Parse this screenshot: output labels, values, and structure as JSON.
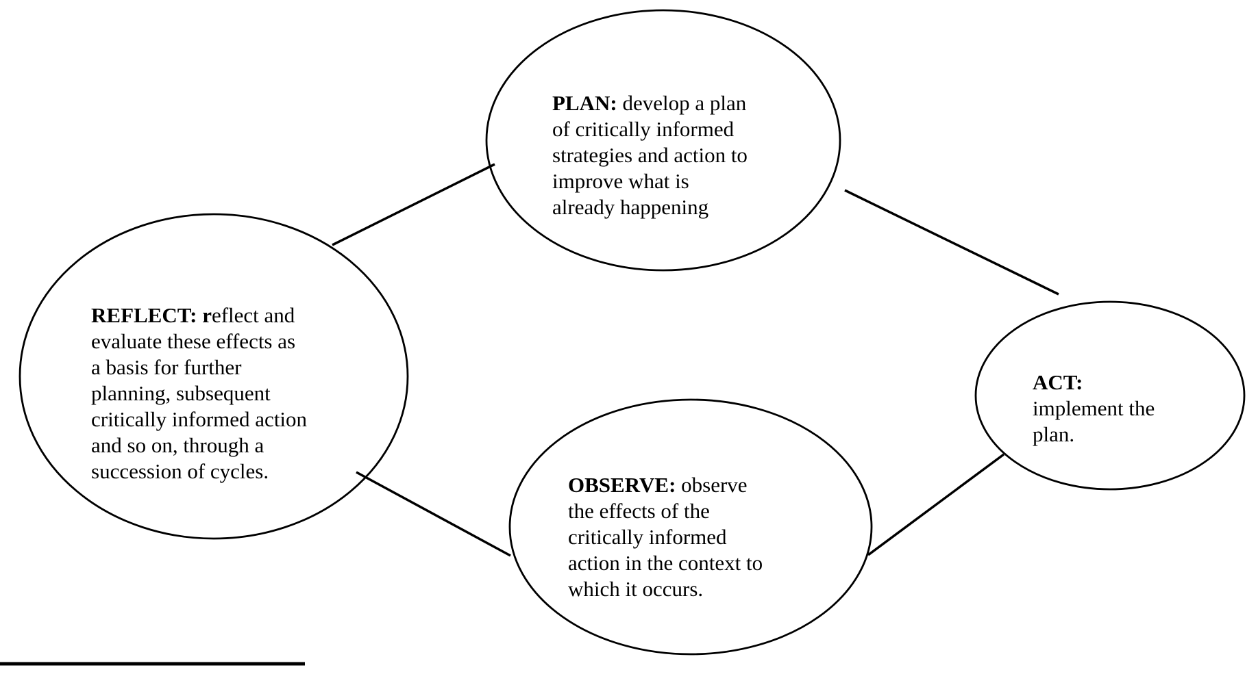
{
  "document": {
    "background_color": "#ffffff",
    "ink_color": "#000000"
  },
  "diagram": {
    "type": "cycle-diagram",
    "nodes": {
      "plan": {
        "label": "PLAN:",
        "body": " develop a plan\nof critically informed\nstrategies and action to\nimprove what is\nalready happening"
      },
      "act": {
        "label": "ACT:",
        "body": "\nimplement the\nplan."
      },
      "observe": {
        "label": "OBSERVE:",
        "body": " observe\nthe effects of the\ncritically informed\naction in the context to\nwhich it occurs."
      },
      "reflect": {
        "label": "REFLECT: r",
        "body": "eflect and\nevaluate these effects as\na basis for further\nplanning, subsequent\ncritically informed action\nand so on, through a\nsuccession of cycles."
      }
    },
    "connectors": [
      {
        "from": "reflect",
        "to": "plan"
      },
      {
        "from": "plan",
        "to": "act"
      },
      {
        "from": "act",
        "to": "observe"
      },
      {
        "from": "observe",
        "to": "reflect"
      }
    ]
  }
}
